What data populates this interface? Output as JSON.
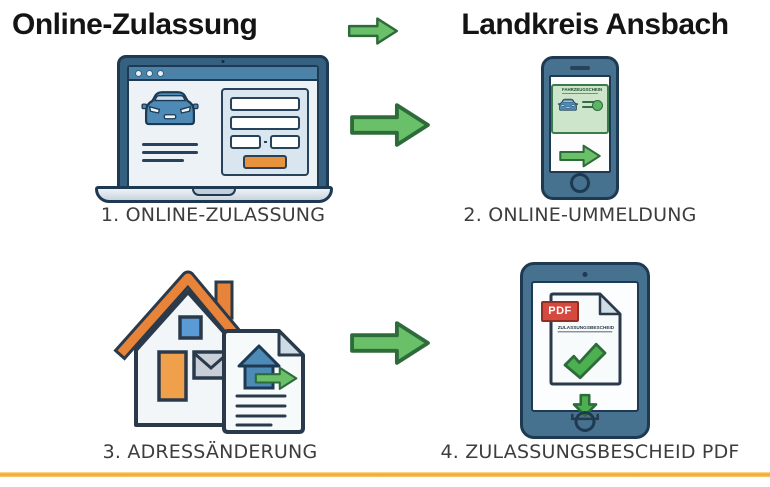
{
  "header": {
    "title_left": "Online-Zulassung",
    "title_right": "Landkreis Ansbach"
  },
  "captions": {
    "step1": "1. ONLINE-ZULASSUNG",
    "step2": "2. ONLINE-UMMELDUNG",
    "step3": "3. ADRESSÄNDERUNG",
    "step4": "4. ZULASSUNGSBESCHEID PDF"
  },
  "phone": {
    "card_title": "FAHRZEUGSCHEIN"
  },
  "tablet": {
    "pdf_badge_label": "PDF",
    "document_title": "ZULASSUNGSBESCHEID"
  },
  "icons": {
    "arrow_right": "green right arrow",
    "laptop": "laptop with online registration form",
    "car": "car front view",
    "smartphone": "smartphone with vehicle registration card",
    "vehicle_card": "green vehicle registration card",
    "house": "house with orange roof",
    "envelope": "mail envelope",
    "address_document": "document with house and arrow",
    "tablet": "tablet with PDF document",
    "pdf_badge": "red PDF label",
    "checkmark": "green check mark",
    "download": "download arrow into tray",
    "home_button": "round home button"
  },
  "colors": {
    "title_text": "#141414",
    "caption_text": "#3d3d3d",
    "arrow_green": "#6abf69",
    "arrow_outline": "#2e6b3a",
    "outline_dark": "#1e3a52",
    "device_frame_blue": "#46718f",
    "laptop_bezel_blue": "#35607f",
    "browser_toolbar_blue": "#4d82a8",
    "car_blue": "#4d8ab5",
    "form_panel_blue": "#d9e6ef",
    "button_orange": "#e8923d",
    "roof_orange": "#e8833a",
    "door_orange": "#f0a04a",
    "window_blue": "#5b9bd5",
    "card_green_bg": "#cde5cb",
    "pdf_red": "#d6493f",
    "check_green": "#4caf50",
    "divider_orange": "#f0a62e"
  }
}
